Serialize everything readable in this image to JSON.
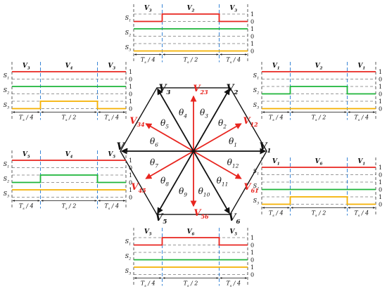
{
  "colors": {
    "red": "#e8251f",
    "green": "#1db53a",
    "yellow": "#f5b000",
    "black": "#111111",
    "dash": "#333333",
    "blue_dash": "#3a86d6"
  },
  "hexagon": {
    "vertex_labels": [
      {
        "main": "V",
        "sub": "1"
      },
      {
        "main": "V",
        "sub": "2"
      },
      {
        "main": "V",
        "sub": "3"
      },
      {
        "main": "V",
        "sub": "4"
      },
      {
        "main": "V",
        "sub": "5"
      },
      {
        "main": "V",
        "sub": "6"
      }
    ],
    "red_vector_labels": [
      {
        "main": "V",
        "sub": "12"
      },
      {
        "main": "V",
        "sub": "23"
      },
      {
        "main": "V",
        "sub": "34"
      },
      {
        "main": "V",
        "sub": "45"
      },
      {
        "main": "V",
        "sub": "56"
      },
      {
        "main": "V",
        "sub": "61"
      }
    ],
    "theta_labels": [
      {
        "main": "θ",
        "sub": "1"
      },
      {
        "main": "θ",
        "sub": "2"
      },
      {
        "main": "θ",
        "sub": "3"
      },
      {
        "main": "θ",
        "sub": "4"
      },
      {
        "main": "θ",
        "sub": "5"
      },
      {
        "main": "θ",
        "sub": "6"
      },
      {
        "main": "θ",
        "sub": "7"
      },
      {
        "main": "θ",
        "sub": "8"
      },
      {
        "main": "θ",
        "sub": "9"
      },
      {
        "main": "θ",
        "sub": "10"
      },
      {
        "main": "θ",
        "sub": "11"
      },
      {
        "main": "θ",
        "sub": "12"
      }
    ]
  },
  "panels": [
    {
      "id": "top",
      "segment_labels": [
        {
          "main": "V",
          "sub": "3"
        },
        {
          "main": "V",
          "sub": "2"
        },
        {
          "main": "V",
          "sub": "3"
        }
      ],
      "signals": [
        [
          0,
          1,
          0
        ],
        [
          1,
          1,
          1
        ],
        [
          0,
          0,
          0
        ]
      ]
    },
    {
      "id": "upper-left",
      "segment_labels": [
        {
          "main": "V",
          "sub": "3"
        },
        {
          "main": "V",
          "sub": "4"
        },
        {
          "main": "V",
          "sub": "3"
        }
      ],
      "signals": [
        [
          1,
          1,
          1
        ],
        [
          1,
          1,
          1
        ],
        [
          0,
          1,
          0
        ]
      ]
    },
    {
      "id": "upper-right",
      "segment_labels": [
        {
          "main": "V",
          "sub": "1"
        },
        {
          "main": "V",
          "sub": "2"
        },
        {
          "main": "V",
          "sub": "1"
        }
      ],
      "signals": [
        [
          1,
          1,
          1
        ],
        [
          0,
          1,
          0
        ],
        [
          0,
          0,
          0
        ]
      ]
    },
    {
      "id": "lower-left",
      "segment_labels": [
        {
          "main": "V",
          "sub": "5"
        },
        {
          "main": "V",
          "sub": "4"
        },
        {
          "main": "V",
          "sub": "5"
        }
      ],
      "signals": [
        [
          1,
          1,
          1
        ],
        [
          0,
          1,
          0
        ],
        [
          1,
          1,
          1
        ]
      ]
    },
    {
      "id": "lower-right",
      "segment_labels": [
        {
          "main": "V",
          "sub": "1"
        },
        {
          "main": "V",
          "sub": "6"
        },
        {
          "main": "V",
          "sub": "1"
        }
      ],
      "signals": [
        [
          1,
          1,
          1
        ],
        [
          0,
          0,
          0
        ],
        [
          0,
          1,
          0
        ]
      ]
    },
    {
      "id": "bottom",
      "segment_labels": [
        {
          "main": "V",
          "sub": "5"
        },
        {
          "main": "V",
          "sub": "6"
        },
        {
          "main": "V",
          "sub": "5"
        }
      ],
      "signals": [
        [
          0,
          1,
          0
        ],
        [
          0,
          0,
          0
        ],
        [
          1,
          1,
          1
        ]
      ]
    }
  ],
  "panel_common": {
    "row_labels": [
      {
        "main": "S",
        "sub": "1"
      },
      {
        "main": "S",
        "sub": "2"
      },
      {
        "main": "S",
        "sub": "3"
      }
    ],
    "levels": [
      "1",
      "0"
    ],
    "duration_labels": [
      {
        "main": "T",
        "sub": "s",
        "tail": " / 4"
      },
      {
        "main": "T",
        "sub": "s",
        "tail": " / 2"
      },
      {
        "main": "T",
        "sub": "s",
        "tail": " / 4"
      }
    ]
  }
}
